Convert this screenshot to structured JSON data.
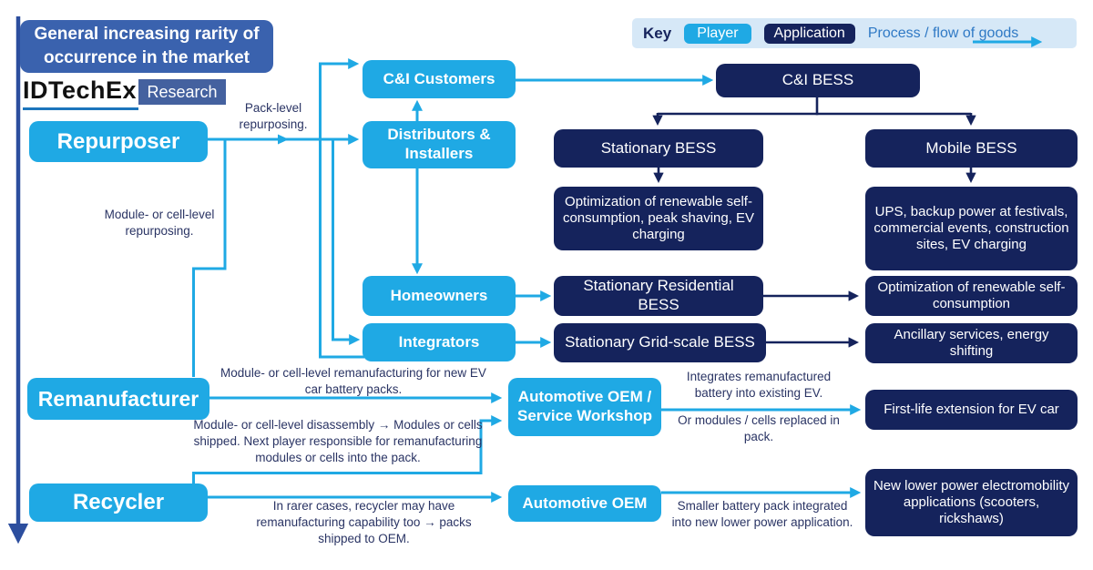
{
  "header": {
    "title": "General increasing rarity of occurrence in the market",
    "logo": "IDTechEx",
    "badge": "Research"
  },
  "key": {
    "label": "Key",
    "player": "Player",
    "application": "Application",
    "flow": "Process / flow of goods"
  },
  "players": {
    "repurposer": "Repurposer",
    "remanufacturer": "Remanufacturer",
    "recycler": "Recycler",
    "ci_customers": "C&I Customers",
    "distributors": "Distributors & Installers",
    "homeowners": "Homeowners",
    "integrators": "Integrators",
    "auto_oem_workshop": "Automotive OEM / Service Workshop",
    "auto_oem": "Automotive OEM"
  },
  "applications": {
    "ci_bess": "C&I BESS",
    "stationary_bess": "Stationary BESS",
    "mobile_bess": "Mobile BESS",
    "stationary_desc": "Optimization of renewable self-consumption, peak shaving, EV charging",
    "mobile_desc": "UPS, backup power at festivals, commercial events, construction sites, EV charging",
    "residential_bess": "Stationary Residential BESS",
    "residential_desc": "Optimization of renewable self-consumption",
    "gridscale_bess": "Stationary Grid-scale BESS",
    "gridscale_desc": "Ancillary services, energy shifting",
    "first_life": "First-life extension for EV car",
    "new_lower": "New lower power electromobility applications (scooters, rickshaws)"
  },
  "annotations": {
    "pack_level": "Pack-level repurposing.",
    "module_repurposing": "Module- or cell-level repurposing.",
    "module_remanufacturing": "Module- or cell-level remanufacturing for new EV car battery packs.",
    "module_disassembly": "Module- or cell-level disassembly → Modules or cells shipped. Next player responsible for remanufacturing modules or cells into the pack.",
    "rarer_cases": "In rarer cases, recycler may have remanufacturing capability too → packs shipped to OEM.",
    "integrates": "Integrates remanufactured battery into existing EV.",
    "or_modules": "Or modules / cells replaced in pack.",
    "smaller_pack": "Smaller battery pack integrated into new lower power application."
  },
  "colors": {
    "player_blue": "#1FA9E4",
    "application_navy": "#15235C",
    "title_blue": "#3A62AE",
    "badge_blue": "#44619F",
    "keybar_bg": "#D6E8F7",
    "flow_text_blue": "#2F79C5",
    "rarity_axis_blue": "#2C4E9E",
    "annotation_text": "#2A3464",
    "logo_underline": "#1C75BC"
  }
}
